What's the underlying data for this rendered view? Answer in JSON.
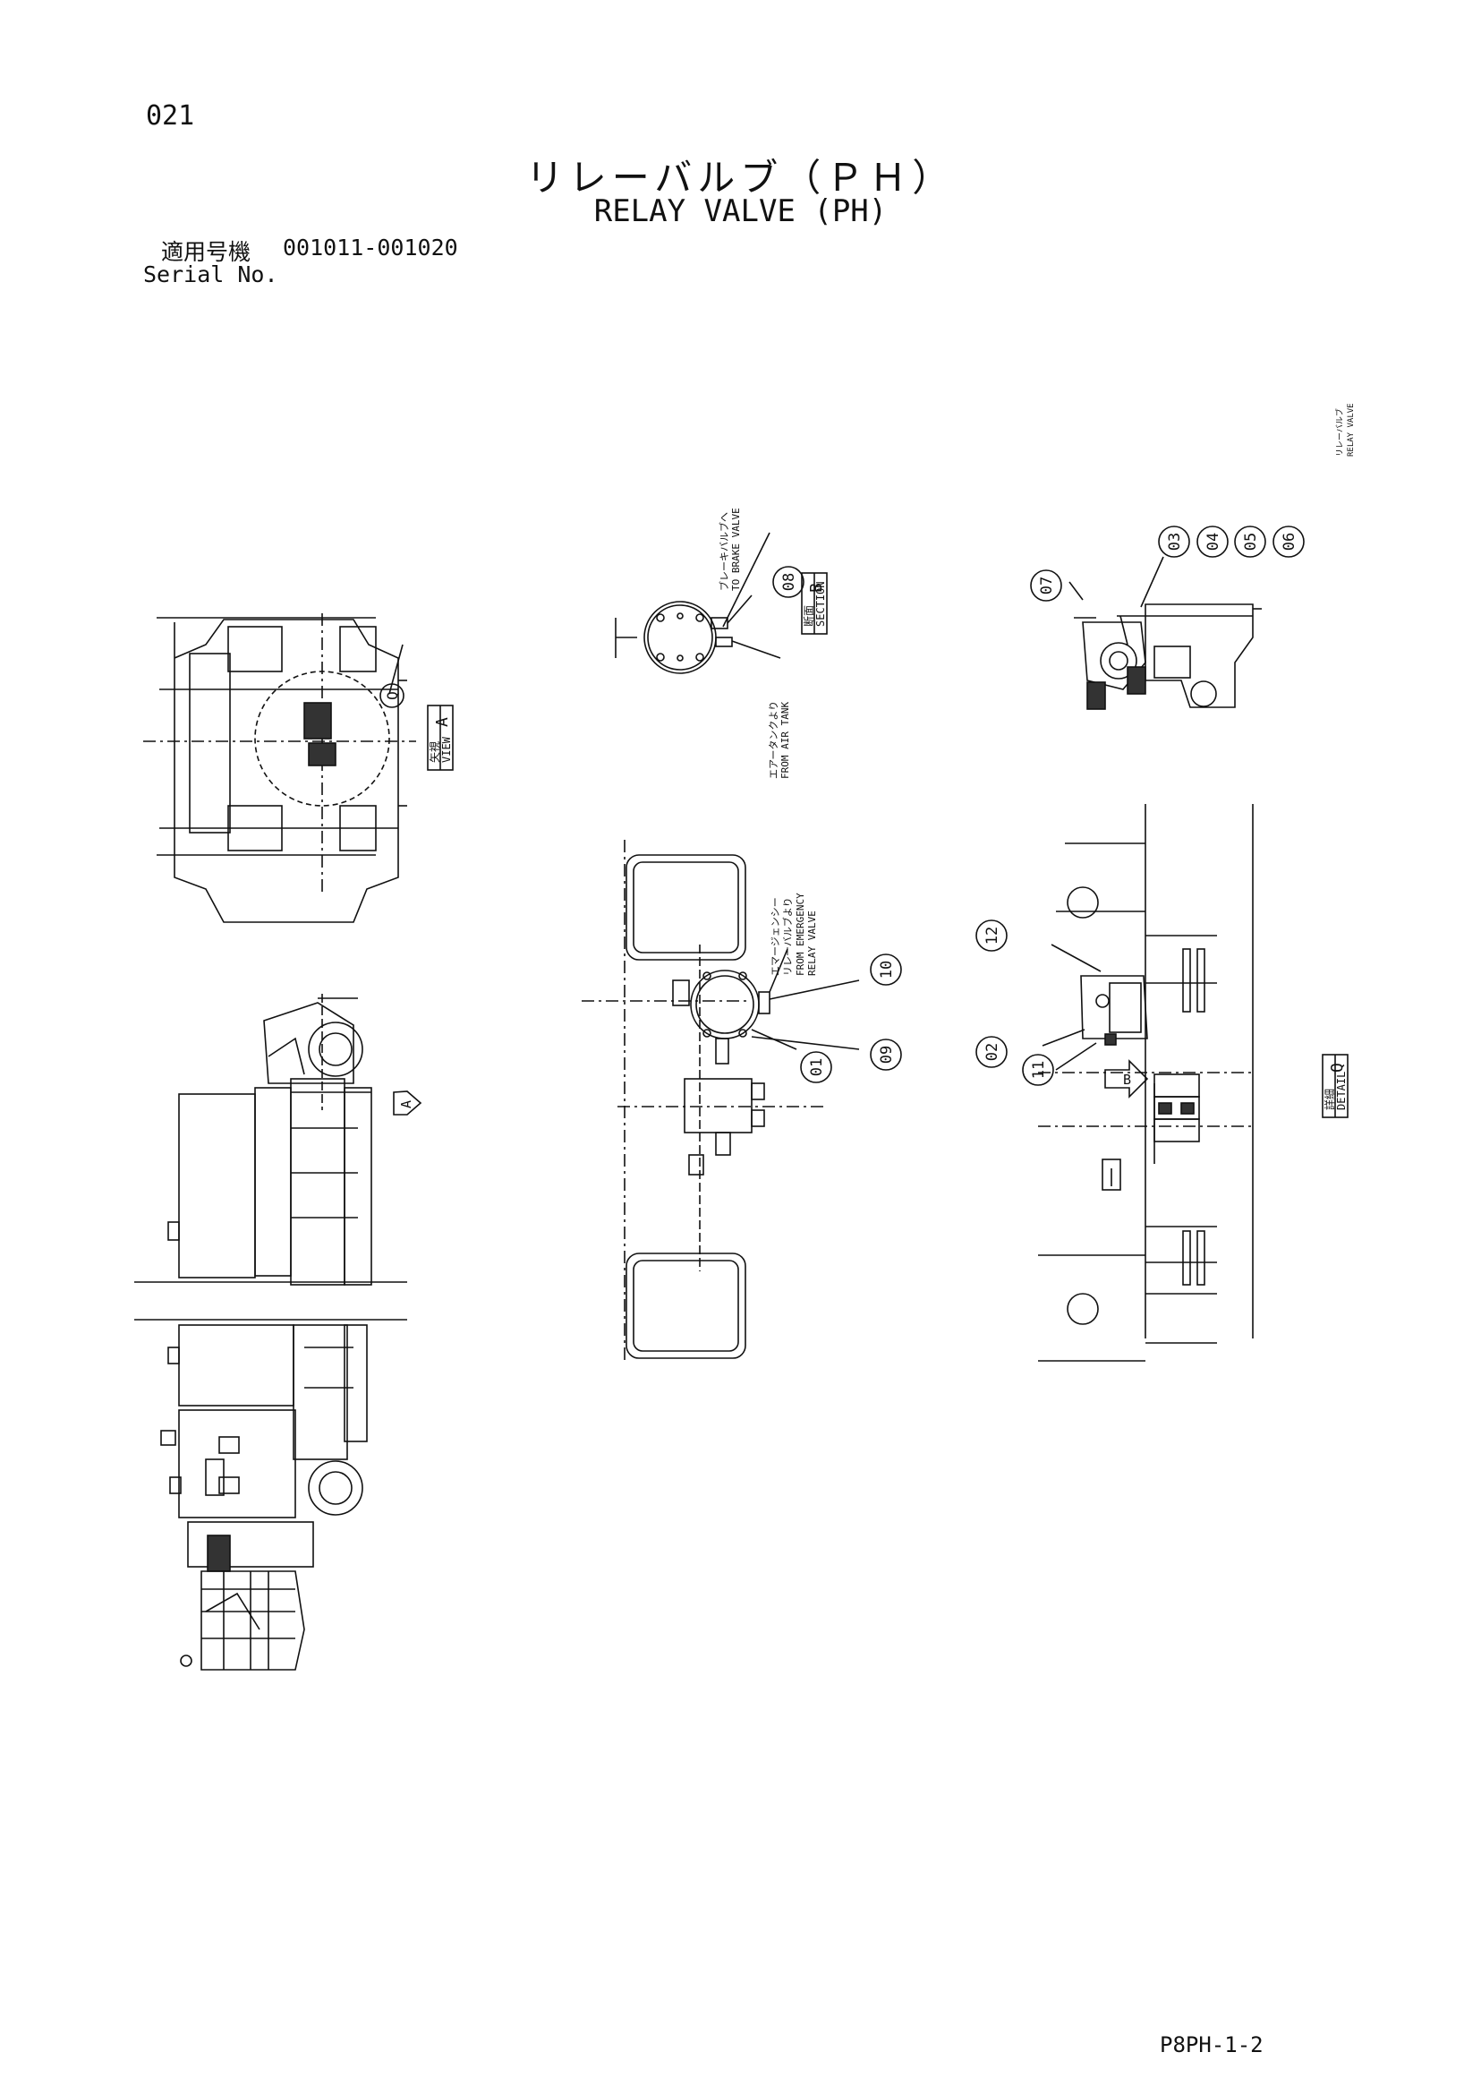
{
  "page_number": "021",
  "title_jp": "リレーバルブ（ＰＨ）",
  "title_en": "RELAY VALVE (PH)",
  "serial": {
    "label_jp": "適用号機",
    "label_en": "Serial No.",
    "range": "001011-001020"
  },
  "corner_label": {
    "jp": "リレーバルブ",
    "en": "RELAY VALVE"
  },
  "views": {
    "view_a": {
      "jp": "矢視",
      "en": "VIEW",
      "letter": "A"
    },
    "section_b": {
      "jp": "断面",
      "en": "SECTION",
      "letter": "B"
    },
    "detail_q": {
      "jp": "詳細",
      "en": "DETAIL",
      "letter": "Q"
    },
    "q_balloon": "Q",
    "arrow_a": "A",
    "arrow_b": "B"
  },
  "callouts": {
    "to_brake_jp": "ブレーキバルブへ",
    "to_brake_en": "TO BRAKE VALVE",
    "from_tank_jp": "エアータンクより",
    "from_tank_en": "FROM AIR TANK",
    "from_emerg_jp1": "エマージェンシー",
    "from_emerg_jp2": "リレーバルブより",
    "from_emerg_en1": "FROM EMERGENCY",
    "from_emerg_en2": "RELAY VALVE"
  },
  "part_numbers": {
    "p01": "01",
    "p02": "02",
    "p03": "03",
    "p04": "04",
    "p05": "05",
    "p06": "06",
    "p07": "07",
    "p08": "08",
    "p09": "09",
    "p10": "10",
    "p11": "11",
    "p12": "12"
  },
  "footer_code": "P8PH-1-2"
}
